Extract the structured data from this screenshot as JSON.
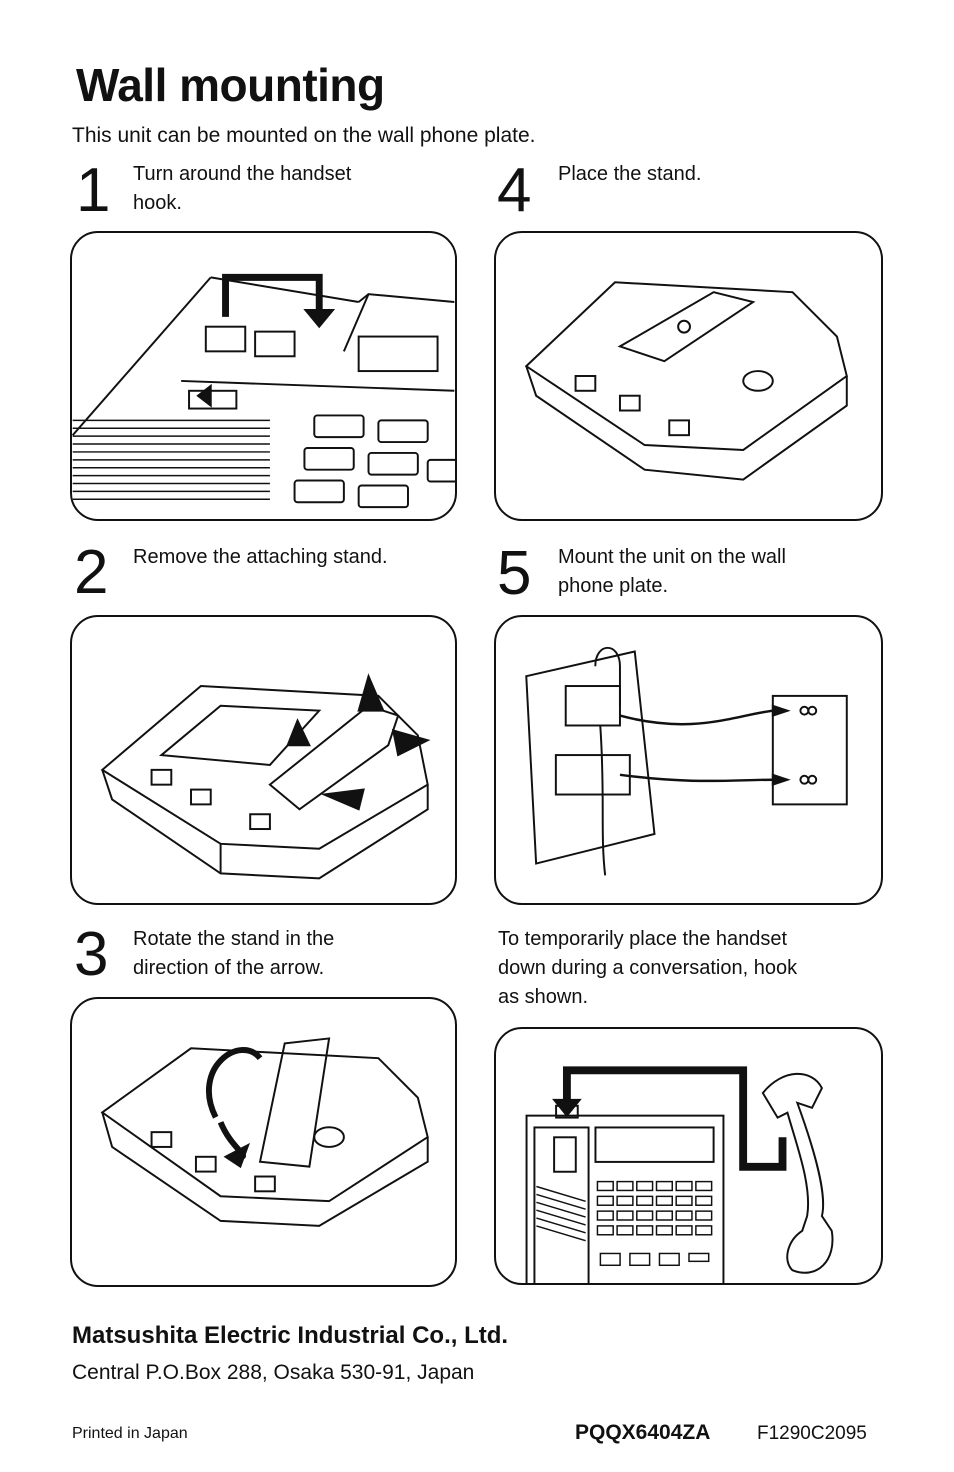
{
  "title": "Wall mounting",
  "subtitle": "This unit can be mounted on the wall phone plate.",
  "steps": [
    {
      "number": "1",
      "line1": "Turn around the handset",
      "line2": "hook."
    },
    {
      "number": "2",
      "line1": "Remove the attaching stand.",
      "line2": ""
    },
    {
      "number": "3",
      "line1": "Rotate the stand in the",
      "line2": "direction of the arrow."
    },
    {
      "number": "4",
      "line1": "Place the stand.",
      "line2": ""
    },
    {
      "number": "5",
      "line1": "Mount the unit on the wall",
      "line2": "phone plate."
    }
  ],
  "note": {
    "line1": "To temporarily place the handset",
    "line2": "down during a conversation, hook",
    "line3": "as shown."
  },
  "footer": {
    "company": "Matsushita Electric Industrial Co., Ltd.",
    "address": "Central P.O.Box 288, Osaka 530-91, Japan",
    "printed": "Printed in Japan",
    "code": "PQQX6404ZA",
    "code2": "F1290C2095"
  }
}
